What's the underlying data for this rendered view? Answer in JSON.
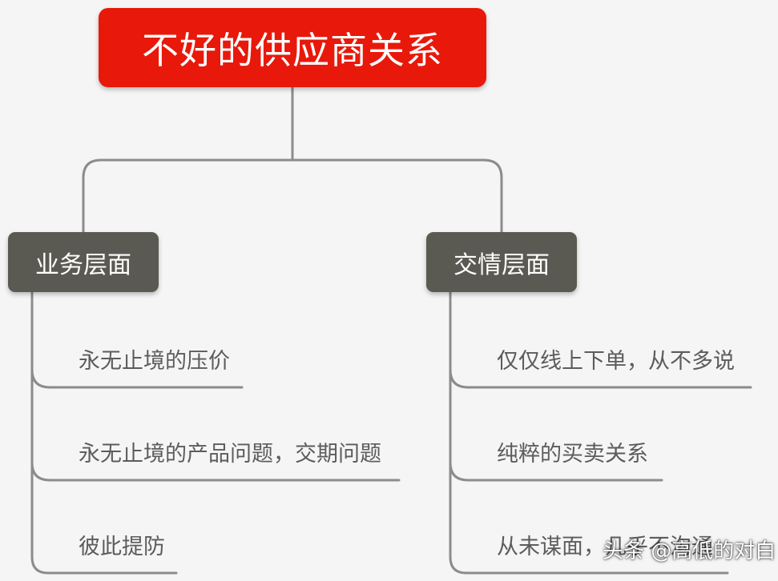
{
  "colors": {
    "background": "#f5f5f5",
    "root_fill": "#e8190a",
    "branch_fill": "#5b5a52",
    "connector": "#8c8c8c",
    "leaf_text": "#5c5c5c"
  },
  "root": {
    "title": "不好的供应商关系"
  },
  "branches": [
    {
      "label": "业务层面",
      "items": [
        "永无止境的压价",
        "永无止境的产品问题，交期问题",
        "彼此提防"
      ]
    },
    {
      "label": "交情层面",
      "items": [
        "仅仅线上下单，从不多说",
        "纯粹的买卖关系",
        "从未谋面，几乎不沟通"
      ]
    }
  ],
  "watermark": "头条 @高低的对白"
}
